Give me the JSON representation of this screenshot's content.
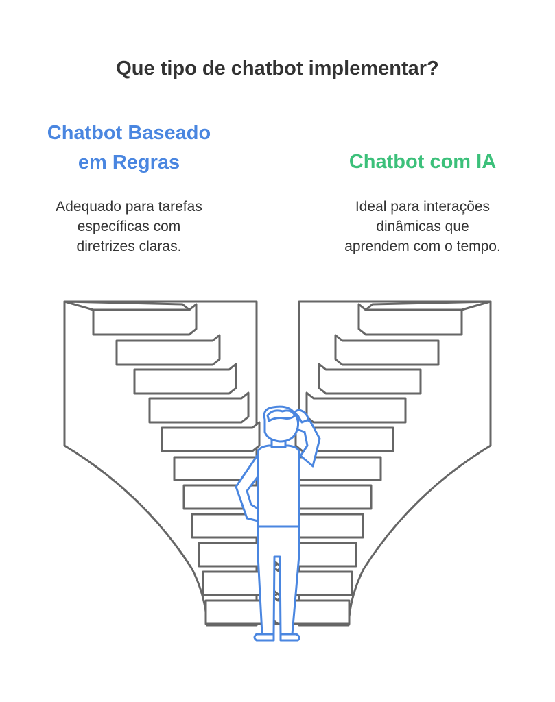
{
  "title": "Que tipo de chatbot implementar?",
  "left_option": {
    "title_lines": [
      "Chatbot Baseado",
      "em Regras"
    ],
    "description_lines": [
      "Adequado para tarefas",
      "específicas com",
      "diretrizes claras."
    ],
    "color": "#4a86e0"
  },
  "right_option": {
    "title_lines": [
      "Chatbot com IA"
    ],
    "description_lines": [
      "Ideal para interações",
      "dinâmicas que",
      "aprendem com o tempo."
    ],
    "color": "#3cc07a"
  },
  "illustration": {
    "stairs_color": "#666666",
    "person_color": "#4a86e0",
    "icons": [
      "left-staircase-icon",
      "right-staircase-icon",
      "thinking-person-icon"
    ]
  }
}
